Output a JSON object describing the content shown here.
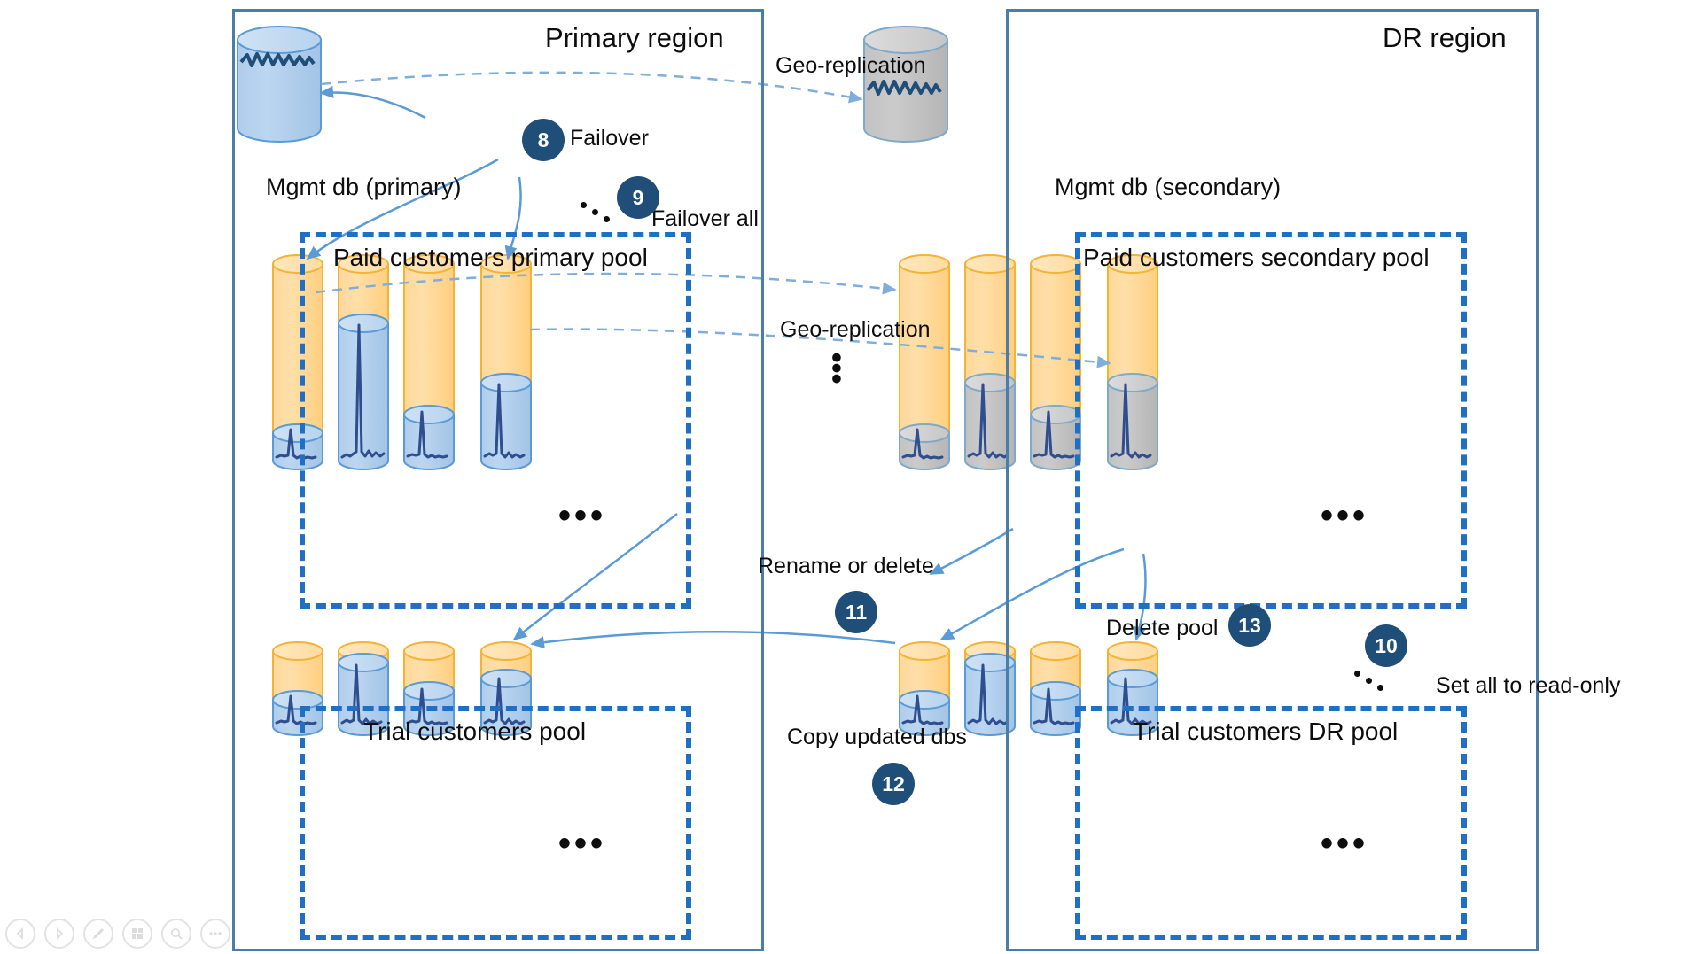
{
  "diagram": {
    "title_primary": "Primary region",
    "title_dr": "DR region",
    "labels": {
      "mgmt_primary": "Mgmt db (primary)",
      "mgmt_secondary": "Mgmt db (secondary)",
      "pool_paid_primary": "Paid customers primary pool",
      "pool_paid_secondary": "Paid customers secondary pool",
      "pool_trial_primary": "Trial customers pool",
      "pool_trial_dr": "Trial customers DR pool",
      "geo_replication_top": "Geo-replication",
      "geo_replication_mid": "Geo-replication",
      "failover": "Failover",
      "failover_all": "Failover all",
      "rename_or_delete": "Rename or delete",
      "copy_updated_dbs": "Copy updated dbs",
      "delete_pool": "Delete pool",
      "set_all_read_only": "Set all to read-only"
    },
    "steps": [
      {
        "n": "8",
        "label": "Failover"
      },
      {
        "n": "9",
        "label": "Failover all"
      },
      {
        "n": "10",
        "label": "Set all to read-only"
      },
      {
        "n": "11",
        "label": "Rename or delete"
      },
      {
        "n": "12",
        "label": "Copy updated dbs"
      },
      {
        "n": "13",
        "label": "Delete pool"
      }
    ],
    "ellipsis": "•••",
    "colors": {
      "region_border": "#4A7EA8",
      "pool_border": "#1F6FC4",
      "badge_bg": "#1F4E79",
      "cyl_orange": "#FFD28A",
      "cyl_orange_stroke": "#F5B335",
      "cyl_blue": "#A6C8E8",
      "cyl_blue_stroke": "#5B9BD5",
      "cyl_gray": "#BFBFBF",
      "cyl_gray_stroke": "#7F7F7F",
      "spark": "#2E4E8F",
      "arrow": "#5B9BD5",
      "text": "#0d0d0d"
    }
  },
  "toolbar": {
    "items": [
      {
        "name": "prev-icon",
        "glyph": "◁"
      },
      {
        "name": "next-icon",
        "glyph": "▷"
      },
      {
        "name": "pen-icon",
        "glyph": "╱"
      },
      {
        "name": "layout-icon",
        "glyph": "▣"
      },
      {
        "name": "zoom-icon",
        "glyph": "⌕"
      },
      {
        "name": "more-icon",
        "glyph": "⋯"
      }
    ]
  }
}
